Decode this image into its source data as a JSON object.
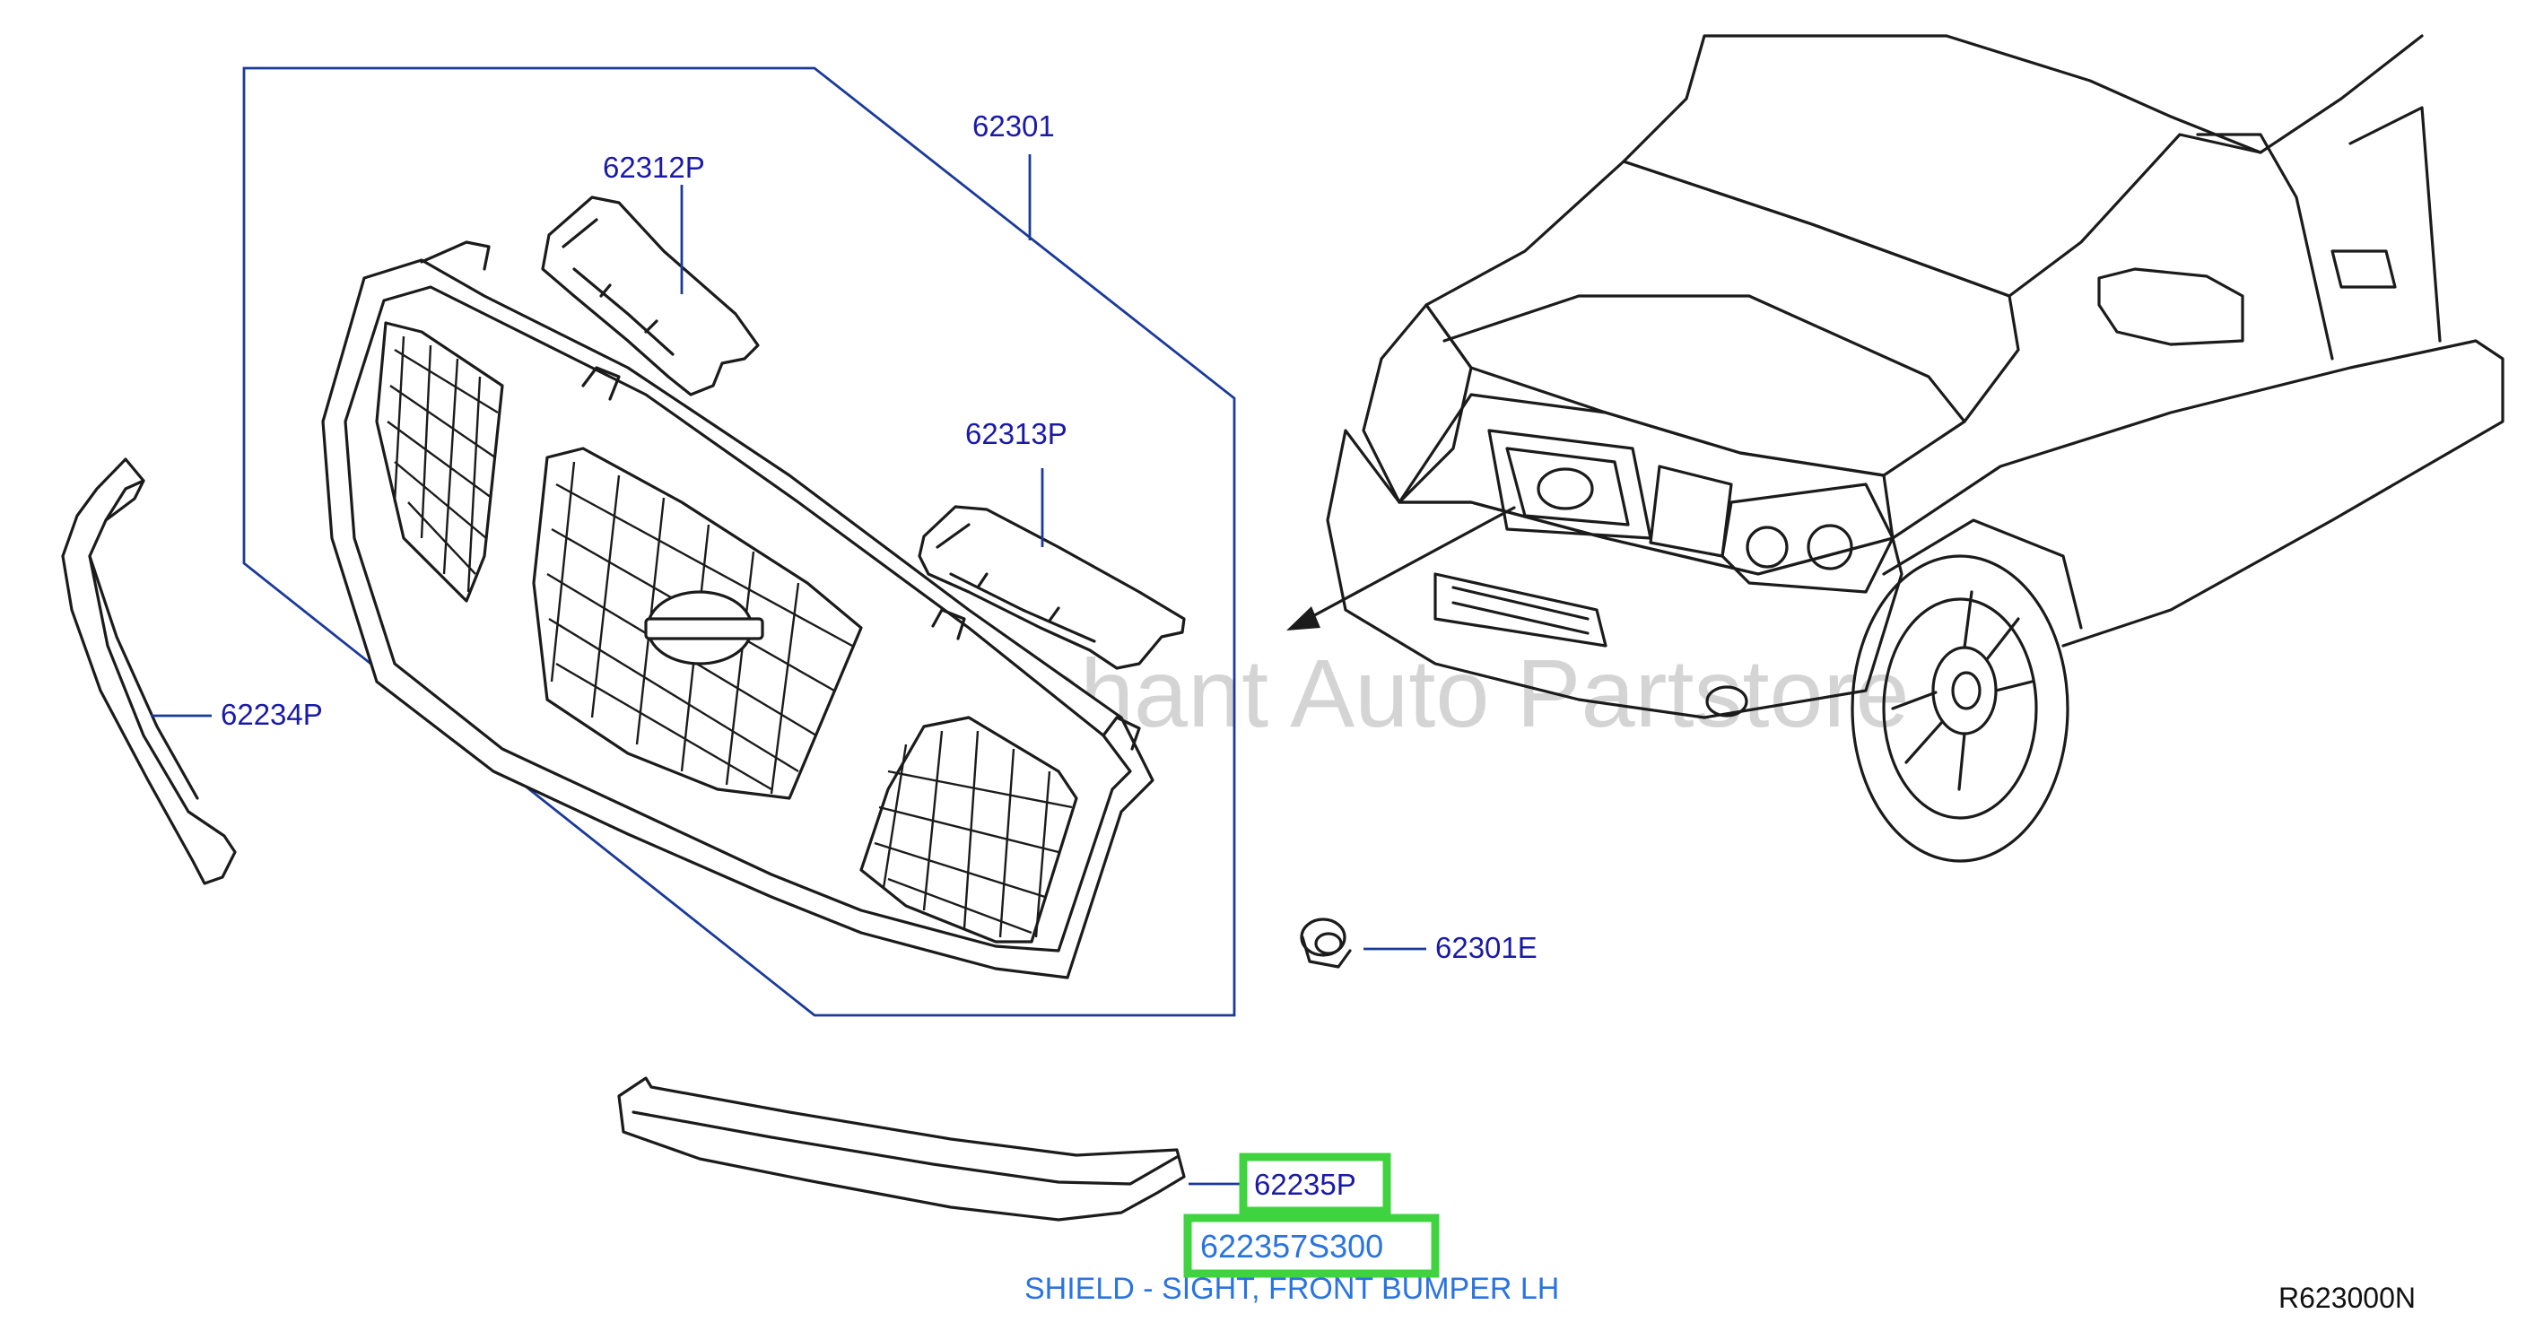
{
  "callouts": {
    "grille_assembly": "62301",
    "upper_insert": "62312P",
    "right_insert": "62313P",
    "side_molding": "62234P",
    "clip": "62301E",
    "lower_shield": "62235P",
    "lower_shield_part_number": "622357S300"
  },
  "description": "SHIELD - SIGHT, FRONT BUMPER LH",
  "drawing_number": "R623000N",
  "watermark": "Multi-Merchant Auto Partstore",
  "colors": {
    "callout_text": "#1a1aa8",
    "part_number_text": "#2a74e0",
    "leader_line": "#1a3a9a",
    "highlight": "#3fd33f",
    "line_art": "#1b1b1b"
  },
  "icons": [
    "grille-drawing",
    "truck-drawing",
    "arrow-icon",
    "clip-drawing"
  ]
}
